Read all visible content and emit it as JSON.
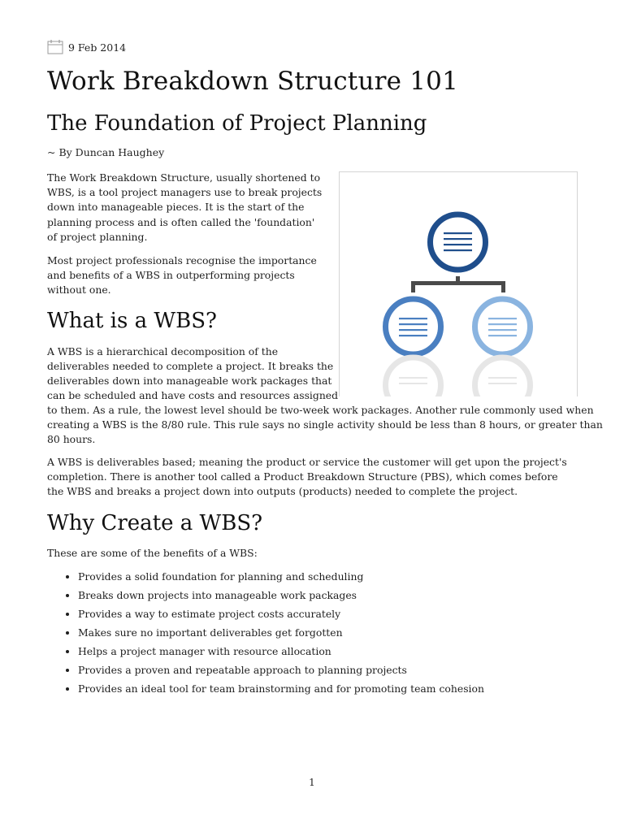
{
  "date": "9 Feb 2014",
  "title": "Work Breakdown Structure 101",
  "subtitle": "The Foundation of Project Planning",
  "byline": "~ By Duncan Haughey",
  "intro": [
    "The Work Breakdown Structure, usually shortened to WBS, is a tool project managers use to break projects down into manageable pieces. It is the start of the planning process and is often called the 'foundation' of project planning.",
    "Most project professionals recognise the importance and benefits of a WBS in outperforming projects without one."
  ],
  "what_is": {
    "heading": "What is a WBS?",
    "para1_lines": [
      "A WBS is a hierarchical decomposition of the",
      "deliverables needed to complete a project. It breaks the",
      "deliverables down into manageable work packages that",
      "can be scheduled and have costs and resources assigned",
      "to them. As a rule, the lowest level should be two-week work packages. Another rule commonly used when",
      "creating a WBS is the 8/80 rule. This rule says no single activity should be less than 8 hours, or greater than",
      "80 hours."
    ],
    "para2": "A WBS is deliverables based; meaning the product or service the customer will get upon the project's completion. There is another tool called a Product Breakdown Structure (PBS), which comes before the WBS and breaks a project down into outputs (products) needed to complete the project."
  },
  "why_create": {
    "heading": "Why Create a WBS?",
    "intro": "These are some of the benefits of a WBS:",
    "benefits": [
      "Provides a solid foundation for planning and scheduling",
      "Breaks down projects into manageable work packages",
      "Provides a way to estimate project costs accurately",
      "Makes sure no important deliverables get forgotten",
      "Helps a project manager with resource allocation",
      "Provides a proven and repeatable approach to planning projects",
      "Provides an ideal tool for team brainstorming and for promoting team cohesion"
    ]
  },
  "figure": {
    "colors": {
      "top": "#1f4e8c",
      "left": "#4a7fc1",
      "right": "#8ab4e0",
      "connector": "#4a4a4a",
      "reflection": "#e6e6e6"
    }
  },
  "page_number": "1"
}
